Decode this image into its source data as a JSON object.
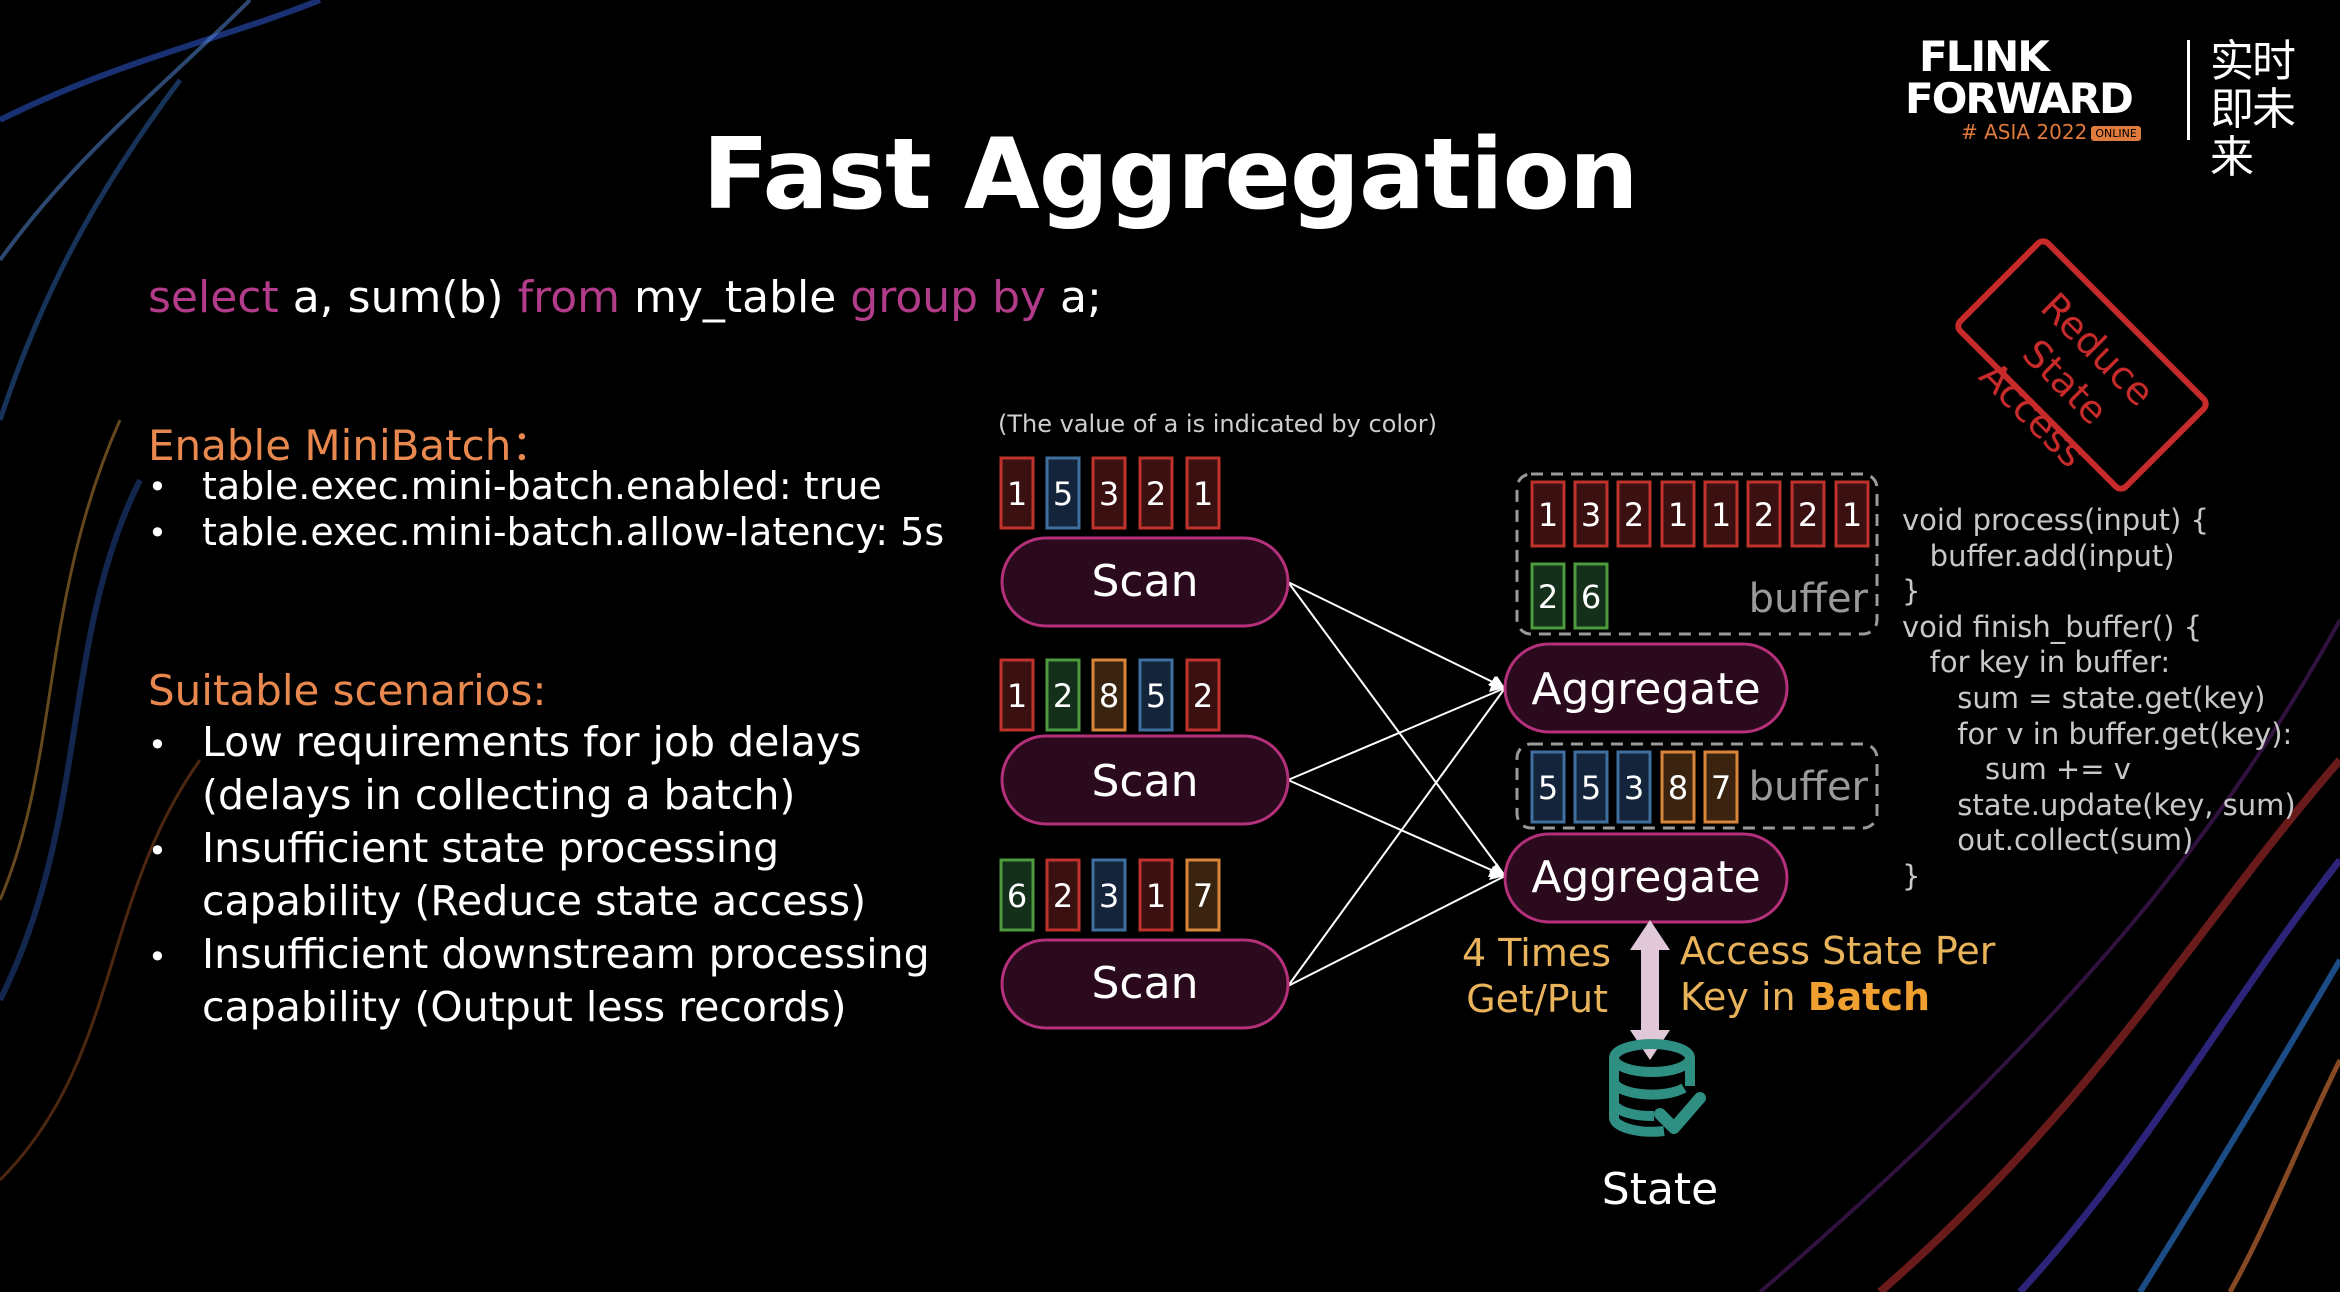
{
  "title": "Fast Aggregation",
  "logo": {
    "line1": "FLINK",
    "line2": "FORWARD",
    "tag": "# ASIA 2022",
    "badge": "ONLINE",
    "cn": "实时即未来"
  },
  "sql": {
    "select": "select",
    "p1": " a, sum(b) ",
    "from": "from",
    "p2": " my_table ",
    "groupby": "group by",
    "p3": " a;"
  },
  "minibatch": {
    "heading": "Enable MiniBatch：",
    "items": [
      "table.exec.mini-batch.enabled: true",
      "table.exec.mini-batch.allow-latency: 5s"
    ]
  },
  "scenarios": {
    "heading": "Suitable scenarios:",
    "items": [
      [
        "Low requirements for job delays",
        "(delays in collecting a batch)"
      ],
      [
        "Insufficient state processing",
        "capability (Reduce state access)"
      ],
      [
        "Insufficient downstream processing",
        "capability (Output less records)"
      ]
    ]
  },
  "diagram": {
    "note": "(The value of a is indicated by color)",
    "scan_label": "Scan",
    "aggregate_label": "Aggregate",
    "buffer_label": "buffer",
    "state_label": "State",
    "scan_rows": [
      [
        "1",
        "5",
        "3",
        "2",
        "1"
      ],
      [
        "1",
        "2",
        "8",
        "5",
        "2"
      ],
      [
        "6",
        "2",
        "3",
        "1",
        "7"
      ]
    ],
    "buffer1_row1": [
      "1",
      "3",
      "2",
      "1",
      "1",
      "2",
      "2",
      "1"
    ],
    "buffer1_row2": [
      "2",
      "6"
    ],
    "buffer2_row": [
      "5",
      "5",
      "3",
      "8",
      "7"
    ],
    "times_lines": [
      "4 Times",
      "Get/Put"
    ],
    "access_line1": "Access State Per",
    "access_line2_prefix": "Key in ",
    "access_line2_bold": "Batch",
    "colors": {
      "red": "#c0332c",
      "blue": "#3f6f9f",
      "green": "#4e9a3e",
      "orange": "#d9853a",
      "pill_border": "#b5307a",
      "pill_fill": "#2a0a1c",
      "state_icon": "#2f8f82"
    }
  },
  "code": "void process(input) {\n   buffer.add(input)\n}\nvoid finish_buffer() {\n   for key in buffer:\n      sum = state.get(key)\n      for v in buffer.get(key):\n         sum += v\n      state.update(key, sum)\n      out.collect(sum)\n}",
  "stamp": {
    "line1": "Reduce",
    "line2": "State Access"
  }
}
